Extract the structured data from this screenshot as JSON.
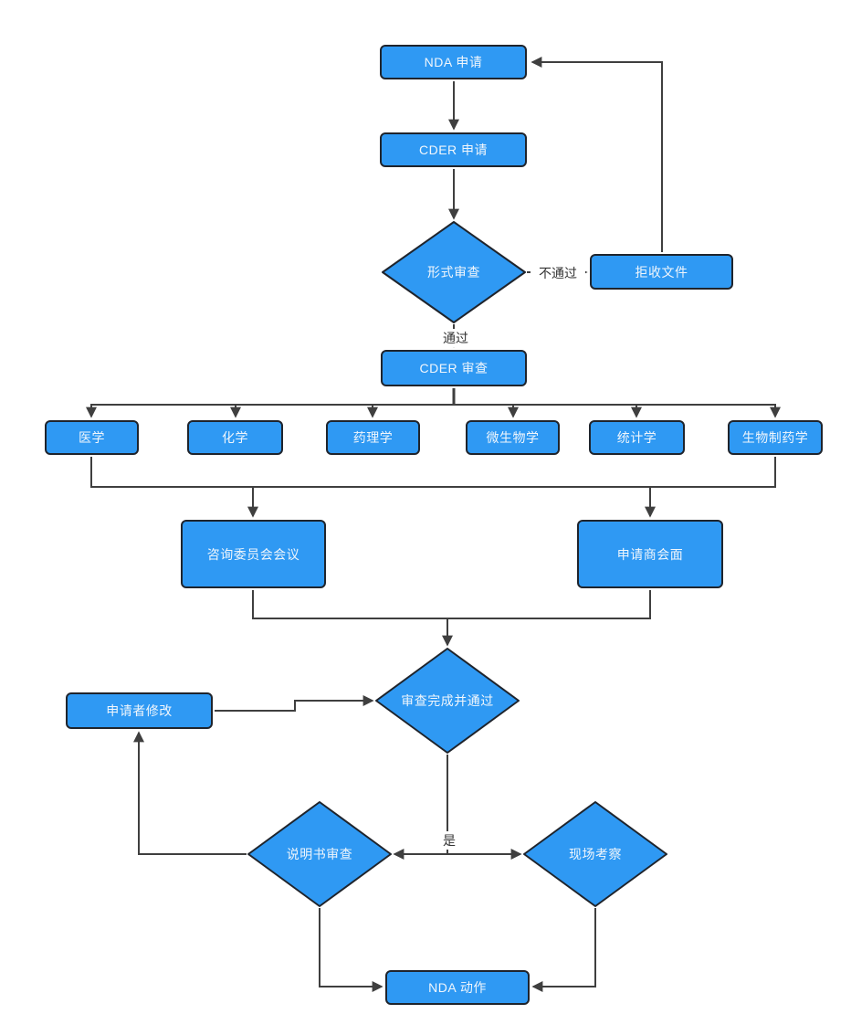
{
  "diagram": {
    "title": "NDA review flowchart",
    "nodes": {
      "nda_application": {
        "label": "NDA 申请",
        "type": "process"
      },
      "cder_application": {
        "label": "CDER 申请",
        "type": "process"
      },
      "formal_review": {
        "label": "形式审查",
        "type": "decision"
      },
      "reject_documents": {
        "label": "拒收文件",
        "type": "process"
      },
      "cder_review": {
        "label": "CDER 审查",
        "type": "process"
      },
      "medicine": {
        "label": "医学",
        "type": "process"
      },
      "chemistry": {
        "label": "化学",
        "type": "process"
      },
      "pharmacology": {
        "label": "药理学",
        "type": "process"
      },
      "microbiology": {
        "label": "微生物学",
        "type": "process"
      },
      "statistics": {
        "label": "统计学",
        "type": "process"
      },
      "biopharmaceutics": {
        "label": "生物制药学",
        "type": "process"
      },
      "advisory_committee_meeting": {
        "label": "咨询委员会会议",
        "type": "process"
      },
      "applicant_meeting": {
        "label": "申请商会面",
        "type": "process"
      },
      "review_complete_passed": {
        "label": "审查完成并通过",
        "type": "decision"
      },
      "applicant_revision": {
        "label": "申请者修改",
        "type": "process"
      },
      "label_review": {
        "label": "说明书审查",
        "type": "decision"
      },
      "site_inspection": {
        "label": "现场考察",
        "type": "decision"
      },
      "nda_action": {
        "label": "NDA 动作",
        "type": "process"
      }
    },
    "edge_labels": {
      "fail": "不通过",
      "pass": "通过",
      "yes": "是"
    },
    "colors": {
      "node_fill": "#2F99F3",
      "node_border": "#1F242C",
      "node_text": "#F0F6FC",
      "connector": "#3F3F3F",
      "edge_label_text": "#333333",
      "background": "#FFFFFF"
    }
  }
}
